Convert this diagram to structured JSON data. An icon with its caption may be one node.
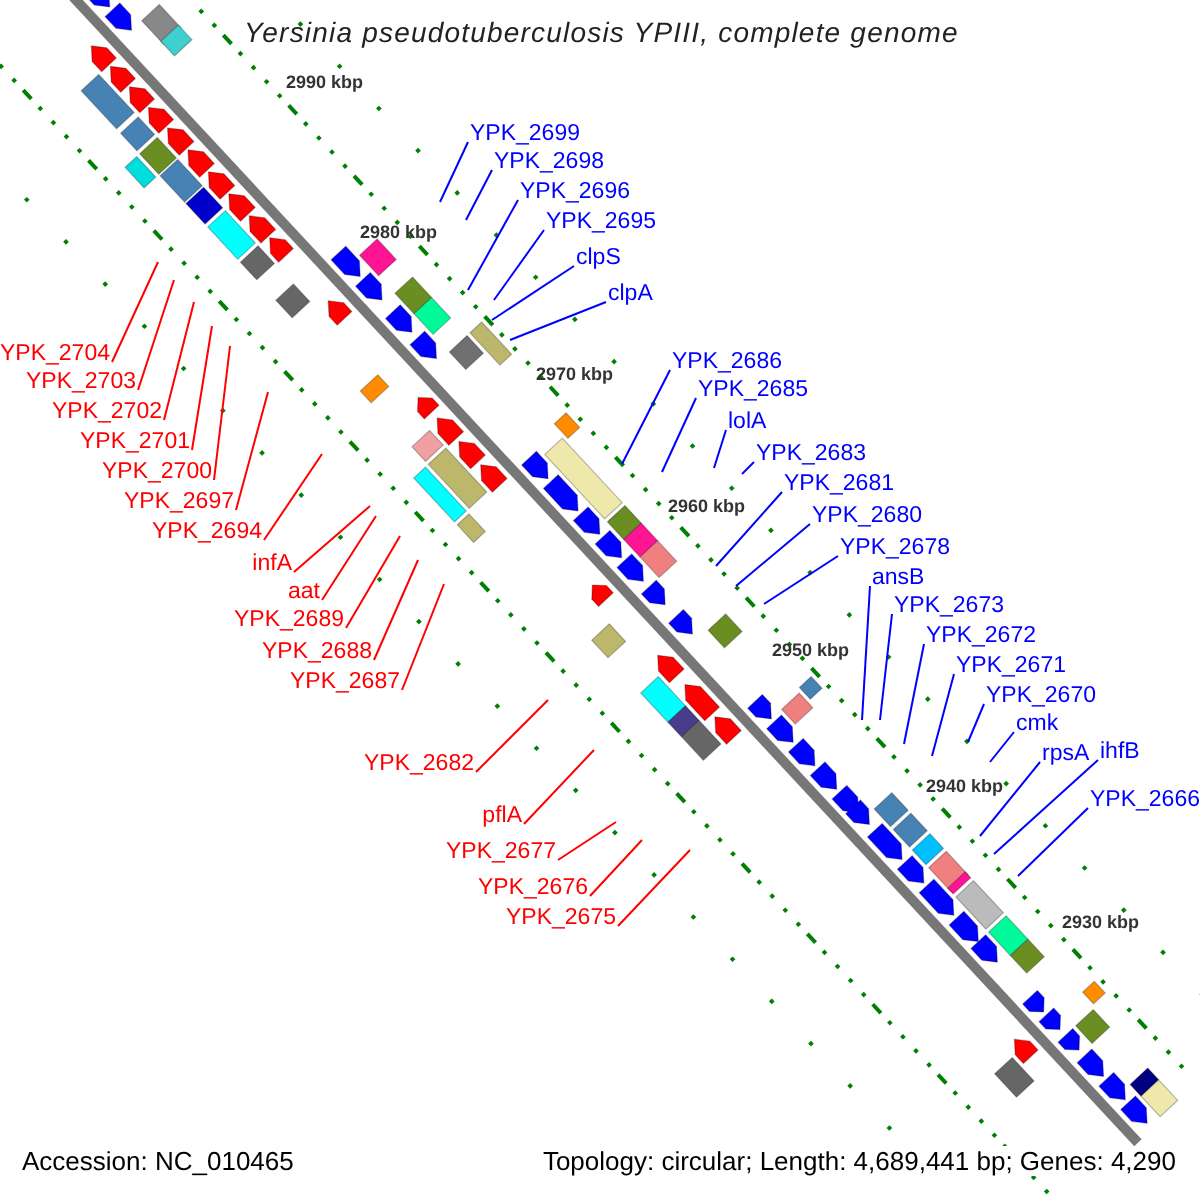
{
  "diagram": {
    "title": "Yersinia pseudotuberculosis YPIII, complete genome",
    "nodes": [
      {
        "text": [
          "YPK_2699"
        ]
      },
      {
        "text": [
          "YPK_2698"
        ]
      },
      {
        "text": [
          "YPK_2696"
        ]
      },
      {
        "text": [
          "YPK_2695"
        ]
      },
      {
        "text": [
          "clpS"
        ]
      },
      {
        "text": [
          "clpA"
        ]
      },
      {
        "text": [
          "YPK_2686"
        ]
      },
      {
        "text": [
          "YPK_2685"
        ]
      },
      {
        "text": [
          "lolA"
        ]
      },
      {
        "text": [
          "YPK_2683"
        ]
      },
      {
        "text": [
          "YPK_2681"
        ]
      },
      {
        "text": [
          "YPK_2680"
        ]
      },
      {
        "text": [
          "YPK_2678"
        ]
      },
      {
        "text": [
          "ansB"
        ]
      },
      {
        "text": [
          "YPK_2673"
        ]
      },
      {
        "text": [
          "YPK_2672"
        ]
      },
      {
        "text": [
          "YPK_2671"
        ]
      },
      {
        "text": [
          "YPK_2670"
        ]
      },
      {
        "text": [
          "cmk"
        ]
      },
      {
        "text": [
          "rpsA"
        ]
      },
      {
        "text": [
          "ihfB"
        ]
      },
      {
        "text": [
          "YPK_2666"
        ]
      },
      {
        "text": [
          "YPK_2704"
        ]
      },
      {
        "text": [
          "YPK_2703"
        ]
      },
      {
        "text": [
          "YPK_2702"
        ]
      },
      {
        "text": [
          "YPK_2701"
        ]
      },
      {
        "text": [
          "YPK_2700"
        ]
      },
      {
        "text": [
          "YPK_2697"
        ]
      },
      {
        "text": [
          "YPK_2694"
        ]
      },
      {
        "text": [
          "infA"
        ]
      },
      {
        "text": [
          "aat"
        ]
      },
      {
        "text": [
          "YPK_2689"
        ]
      },
      {
        "text": [
          "YPK_2688"
        ]
      },
      {
        "text": [
          "YPK_2687"
        ]
      },
      {
        "text": [
          "YPK_2682"
        ]
      },
      {
        "text": [
          "pflA"
        ]
      },
      {
        "text": [
          "YPK_2677"
        ]
      },
      {
        "text": [
          "YPK_2676"
        ]
      },
      {
        "text": [
          "YPK_2675"
        ]
      }
    ],
    "edges": [
      {
        "from": 0,
        "to": null,
        "arrow": "none"
      },
      {
        "from": 1,
        "to": null,
        "arrow": "none"
      },
      {
        "from": 2,
        "to": null,
        "arrow": "none"
      },
      {
        "from": 3,
        "to": null,
        "arrow": "none"
      },
      {
        "from": 4,
        "to": null,
        "arrow": "none"
      },
      {
        "from": 5,
        "to": null,
        "arrow": "none"
      },
      {
        "from": 6,
        "to": null,
        "arrow": "none"
      },
      {
        "from": 7,
        "to": null,
        "arrow": "none"
      },
      {
        "from": 8,
        "to": null,
        "arrow": "none"
      },
      {
        "from": 9,
        "to": null,
        "arrow": "none"
      },
      {
        "from": 10,
        "to": null,
        "arrow": "none"
      },
      {
        "from": 11,
        "to": null,
        "arrow": "none"
      },
      {
        "from": 12,
        "to": null,
        "arrow": "none"
      },
      {
        "from": 13,
        "to": null,
        "arrow": "none"
      },
      {
        "from": 14,
        "to": null,
        "arrow": "none"
      },
      {
        "from": 15,
        "to": null,
        "arrow": "none"
      },
      {
        "from": 16,
        "to": null,
        "arrow": "none"
      },
      {
        "from": 17,
        "to": null,
        "arrow": "none"
      },
      {
        "from": 18,
        "to": null,
        "arrow": "none"
      },
      {
        "from": 19,
        "to": null,
        "arrow": "none"
      },
      {
        "from": 20,
        "to": null,
        "arrow": "none"
      },
      {
        "from": 21,
        "to": null,
        "arrow": "none"
      },
      {
        "from": 22,
        "to": null,
        "arrow": "none",
        "color": "#ff0000"
      },
      {
        "from": 23,
        "to": null,
        "arrow": "none",
        "color": "#ff0000"
      },
      {
        "from": 24,
        "to": null,
        "arrow": "none",
        "color": "#ff0000"
      },
      {
        "from": 25,
        "to": null,
        "arrow": "none",
        "color": "#ff0000"
      },
      {
        "from": 26,
        "to": null,
        "arrow": "none",
        "color": "#ff0000"
      },
      {
        "from": 27,
        "to": null,
        "arrow": "none",
        "color": "#ff0000"
      },
      {
        "from": 28,
        "to": null,
        "arrow": "none",
        "color": "#ff0000"
      },
      {
        "from": 29,
        "to": null,
        "arrow": "none",
        "color": "#ff0000"
      },
      {
        "from": 30,
        "to": null,
        "arrow": "none",
        "color": "#ff0000"
      },
      {
        "from": 31,
        "to": null,
        "arrow": "none",
        "color": "#ff0000"
      },
      {
        "from": 32,
        "to": null,
        "arrow": "none",
        "color": "#ff0000"
      },
      {
        "from": 33,
        "to": null,
        "arrow": "none",
        "color": "#ff0000"
      },
      {
        "from": 34,
        "to": null,
        "arrow": "none",
        "color": "#ff0000"
      },
      {
        "from": 35,
        "to": null,
        "arrow": "none",
        "color": "#ff0000"
      },
      {
        "from": 36,
        "to": null,
        "arrow": "none",
        "color": "#ff0000"
      },
      {
        "from": 37,
        "to": null,
        "arrow": "none",
        "color": "#ff0000"
      },
      {
        "from": 38,
        "to": null,
        "arrow": "none",
        "color": "#ff0000"
      }
    ],
    "labels": [
      "2990 kbp",
      "2980 kbp",
      "2970 kbp",
      "2960 kbp",
      "2950 kbp",
      "2940 kbp",
      "2930 kbp",
      "Accession: NC_010465",
      "Topology: circular; Length: 4,689,441 bp; Genes: 4,290"
    ]
  }
}
